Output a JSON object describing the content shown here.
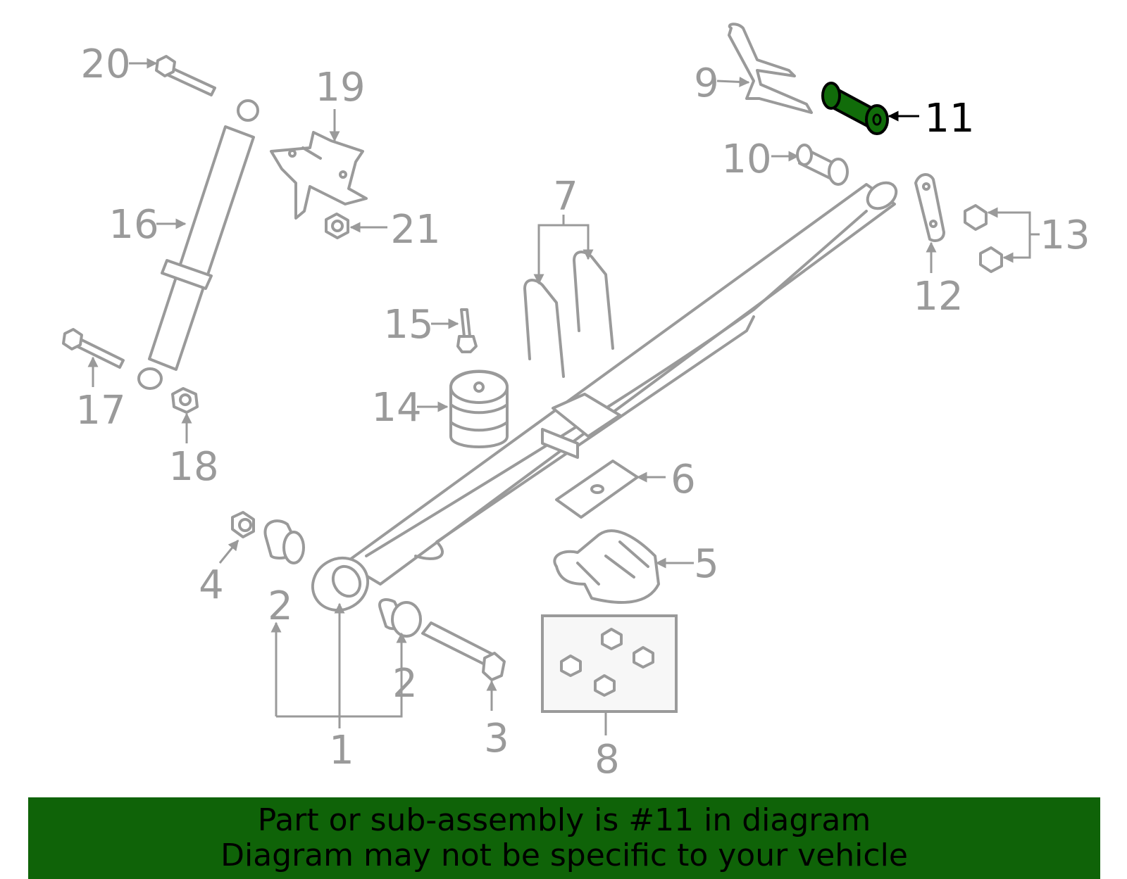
{
  "diagram": {
    "highlight_color": "#116c0a",
    "line_color": "#9a9a9a",
    "callouts": [
      "1",
      "2",
      "2",
      "3",
      "4",
      "5",
      "6",
      "7",
      "8",
      "9",
      "10",
      "11",
      "12",
      "13",
      "14",
      "15",
      "16",
      "17",
      "18",
      "19",
      "20",
      "21"
    ],
    "highlighted_part": "11"
  },
  "banner": {
    "line1": "Part or sub-assembly is #11 in diagram",
    "line2": "Diagram may not be specific to your vehicle",
    "background": "#0f6308"
  }
}
